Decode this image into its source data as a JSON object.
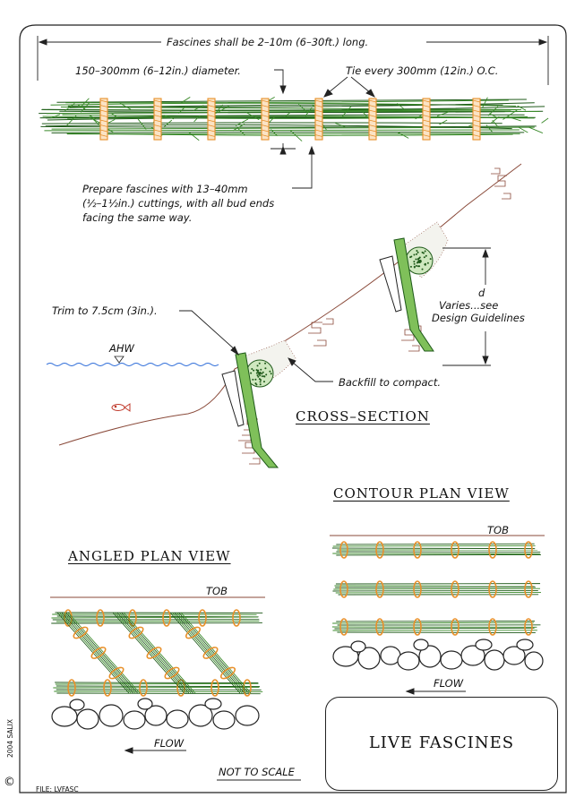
{
  "labels": {
    "length_note": "Fascines shall be 2–10m (6–30ft.) long.",
    "diameter_note": "150–300mm (6–12in.) diameter.",
    "tie_note": "Tie every 300mm (12in.) O.C.",
    "prepare_note_1": "Prepare fascines with 13–40mm",
    "prepare_note_2": "(½–1½in.) cuttings, with all bud ends",
    "prepare_note_3": "facing the same way.",
    "trim_note": "Trim to 7.5cm (3in.).",
    "ahw": "AHW",
    "backfill_note": "Backfill to compact.",
    "d_label": "d",
    "varies_1": "Varies...see",
    "varies_2": "Design Guidelines",
    "tob_contour": "TOB",
    "tob_angled": "TOB",
    "flow_contour": "FLOW",
    "flow_angled": "FLOW",
    "not_to_scale": "NOT TO SCALE"
  },
  "titles": {
    "cross_section": "CROSS–SECTION",
    "contour_plan": "CONTOUR PLAN VIEW",
    "angled_plan": "ANGLED PLAN VIEW",
    "main": "LIVE FASCINES"
  },
  "footer": {
    "copyright_symbol": "©",
    "copyright": "2004 SALIX",
    "file": "FILE: LVFASC"
  },
  "colors": {
    "branch_green": "#3a8a2a",
    "branch_dark": "#1f5a1a",
    "tie_orange": "#e8902a",
    "slope_brown": "#8a4a3a",
    "water_blue": "#2a6ad8",
    "stake_green": "#7fc05a"
  }
}
